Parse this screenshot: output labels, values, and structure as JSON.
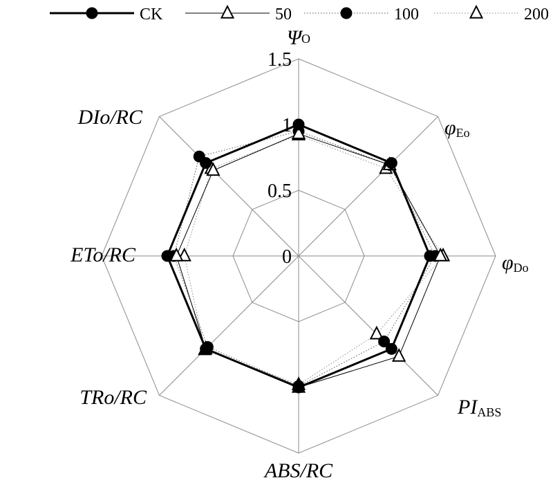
{
  "chart_data": {
    "type": "radar",
    "axes": [
      {
        "main": "Ψ",
        "sub": "O",
        "sub_style": "normal"
      },
      {
        "main": "φ",
        "sub": "Eo",
        "sub_style": "normal"
      },
      {
        "main": "φ",
        "sub": "Do",
        "sub_style": "normal"
      },
      {
        "main": "PI",
        "sub": "ABS",
        "sub_style": "normal"
      },
      {
        "main": "ABS/RC",
        "sub": "",
        "sub_style": "normal"
      },
      {
        "main": "TRo/RC",
        "sub": "",
        "sub_style": "normal"
      },
      {
        "main": "ETo/RC",
        "sub": "",
        "sub_style": "normal"
      },
      {
        "main": "DIo/RC",
        "sub": "",
        "sub_style": "normal"
      }
    ],
    "range": [
      0,
      1.5
    ],
    "ticks": [
      {
        "value": 0,
        "label": "0"
      },
      {
        "value": 0.5,
        "label": "0.5"
      },
      {
        "value": 1,
        "label": "1"
      },
      {
        "value": 1.5,
        "label": "1.5"
      }
    ],
    "grid": true,
    "legend_position": "top",
    "series": [
      {
        "name": "CK",
        "marker": "circle",
        "line": "solid-thick",
        "color": "#000000",
        "values": [
          1.0,
          1.0,
          1.0,
          1.0,
          1.0,
          1.0,
          1.0,
          1.0
        ]
      },
      {
        "name": "50",
        "marker": "triangle",
        "line": "solid-thin",
        "color": "#000000",
        "values": [
          0.93,
          0.98,
          1.08,
          1.08,
          1.0,
          1.0,
          0.93,
          0.92
        ]
      },
      {
        "name": "100",
        "marker": "circle",
        "line": "dotted",
        "color": "#555555",
        "values": [
          0.95,
          0.98,
          1.04,
          0.92,
          0.99,
          0.98,
          0.95,
          1.07
        ]
      },
      {
        "name": "200",
        "marker": "triangle",
        "line": "dotted",
        "color": "#888888",
        "values": [
          0.92,
          0.94,
          1.1,
          0.84,
          0.98,
          1.01,
          0.87,
          0.94
        ]
      }
    ]
  }
}
